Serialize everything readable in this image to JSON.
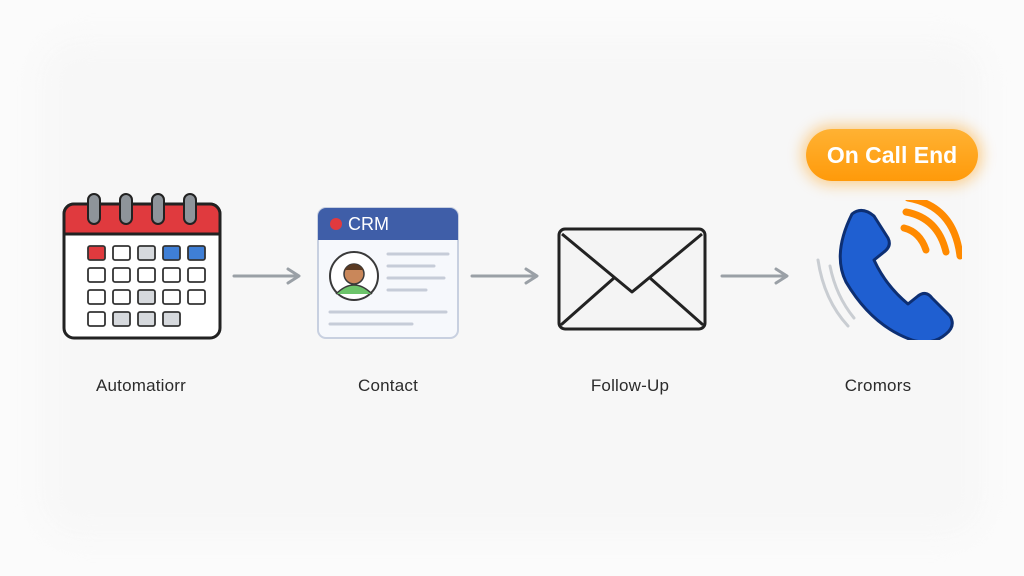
{
  "badge": {
    "text": "On Call End"
  },
  "steps": [
    {
      "label": "Automatiorr",
      "icon": "calendar-icon"
    },
    {
      "label": "Contact",
      "icon": "crm-card-icon"
    },
    {
      "label": "Follow-Up",
      "icon": "envelope-icon"
    },
    {
      "label": "Cromors",
      "icon": "phone-icon"
    }
  ],
  "crm": {
    "title": "CRM"
  },
  "colors": {
    "calendar_header": "#e03a3e",
    "crm_header": "#3f5ea8",
    "phone_blue": "#1f5fd1",
    "signal_orange": "#ff8a00",
    "badge_orange": "#ffa51f",
    "arrow_gray": "#9aa0a6"
  }
}
